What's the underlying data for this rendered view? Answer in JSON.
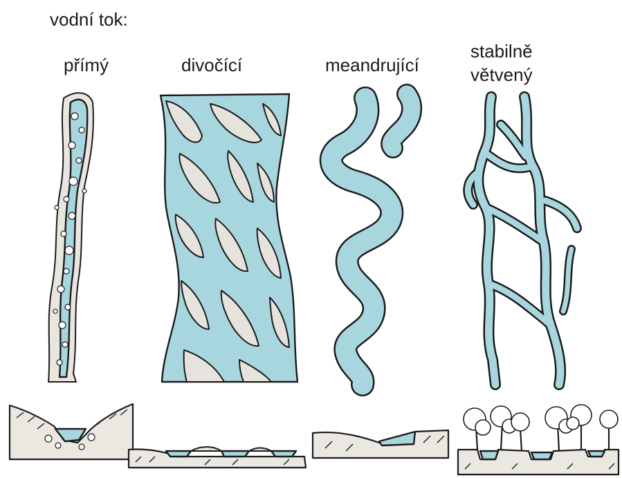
{
  "title": "vodní tok:",
  "types": [
    {
      "label": "přímý"
    },
    {
      "label": "divočící"
    },
    {
      "label": "meandrující"
    },
    {
      "label_line1": "stabilně",
      "label_line2": "větvený"
    }
  ],
  "colors": {
    "water": "#a8d6df",
    "sediment": "#e9e6e0",
    "ink": "#1b1b1b",
    "background": "#ffffff"
  },
  "icons": [
    "straight-channel-plan",
    "braided-channel-plan",
    "meandering-channel-plan",
    "anastomosing-channel-plan",
    "cross-section-profiles",
    "tree-icon"
  ]
}
